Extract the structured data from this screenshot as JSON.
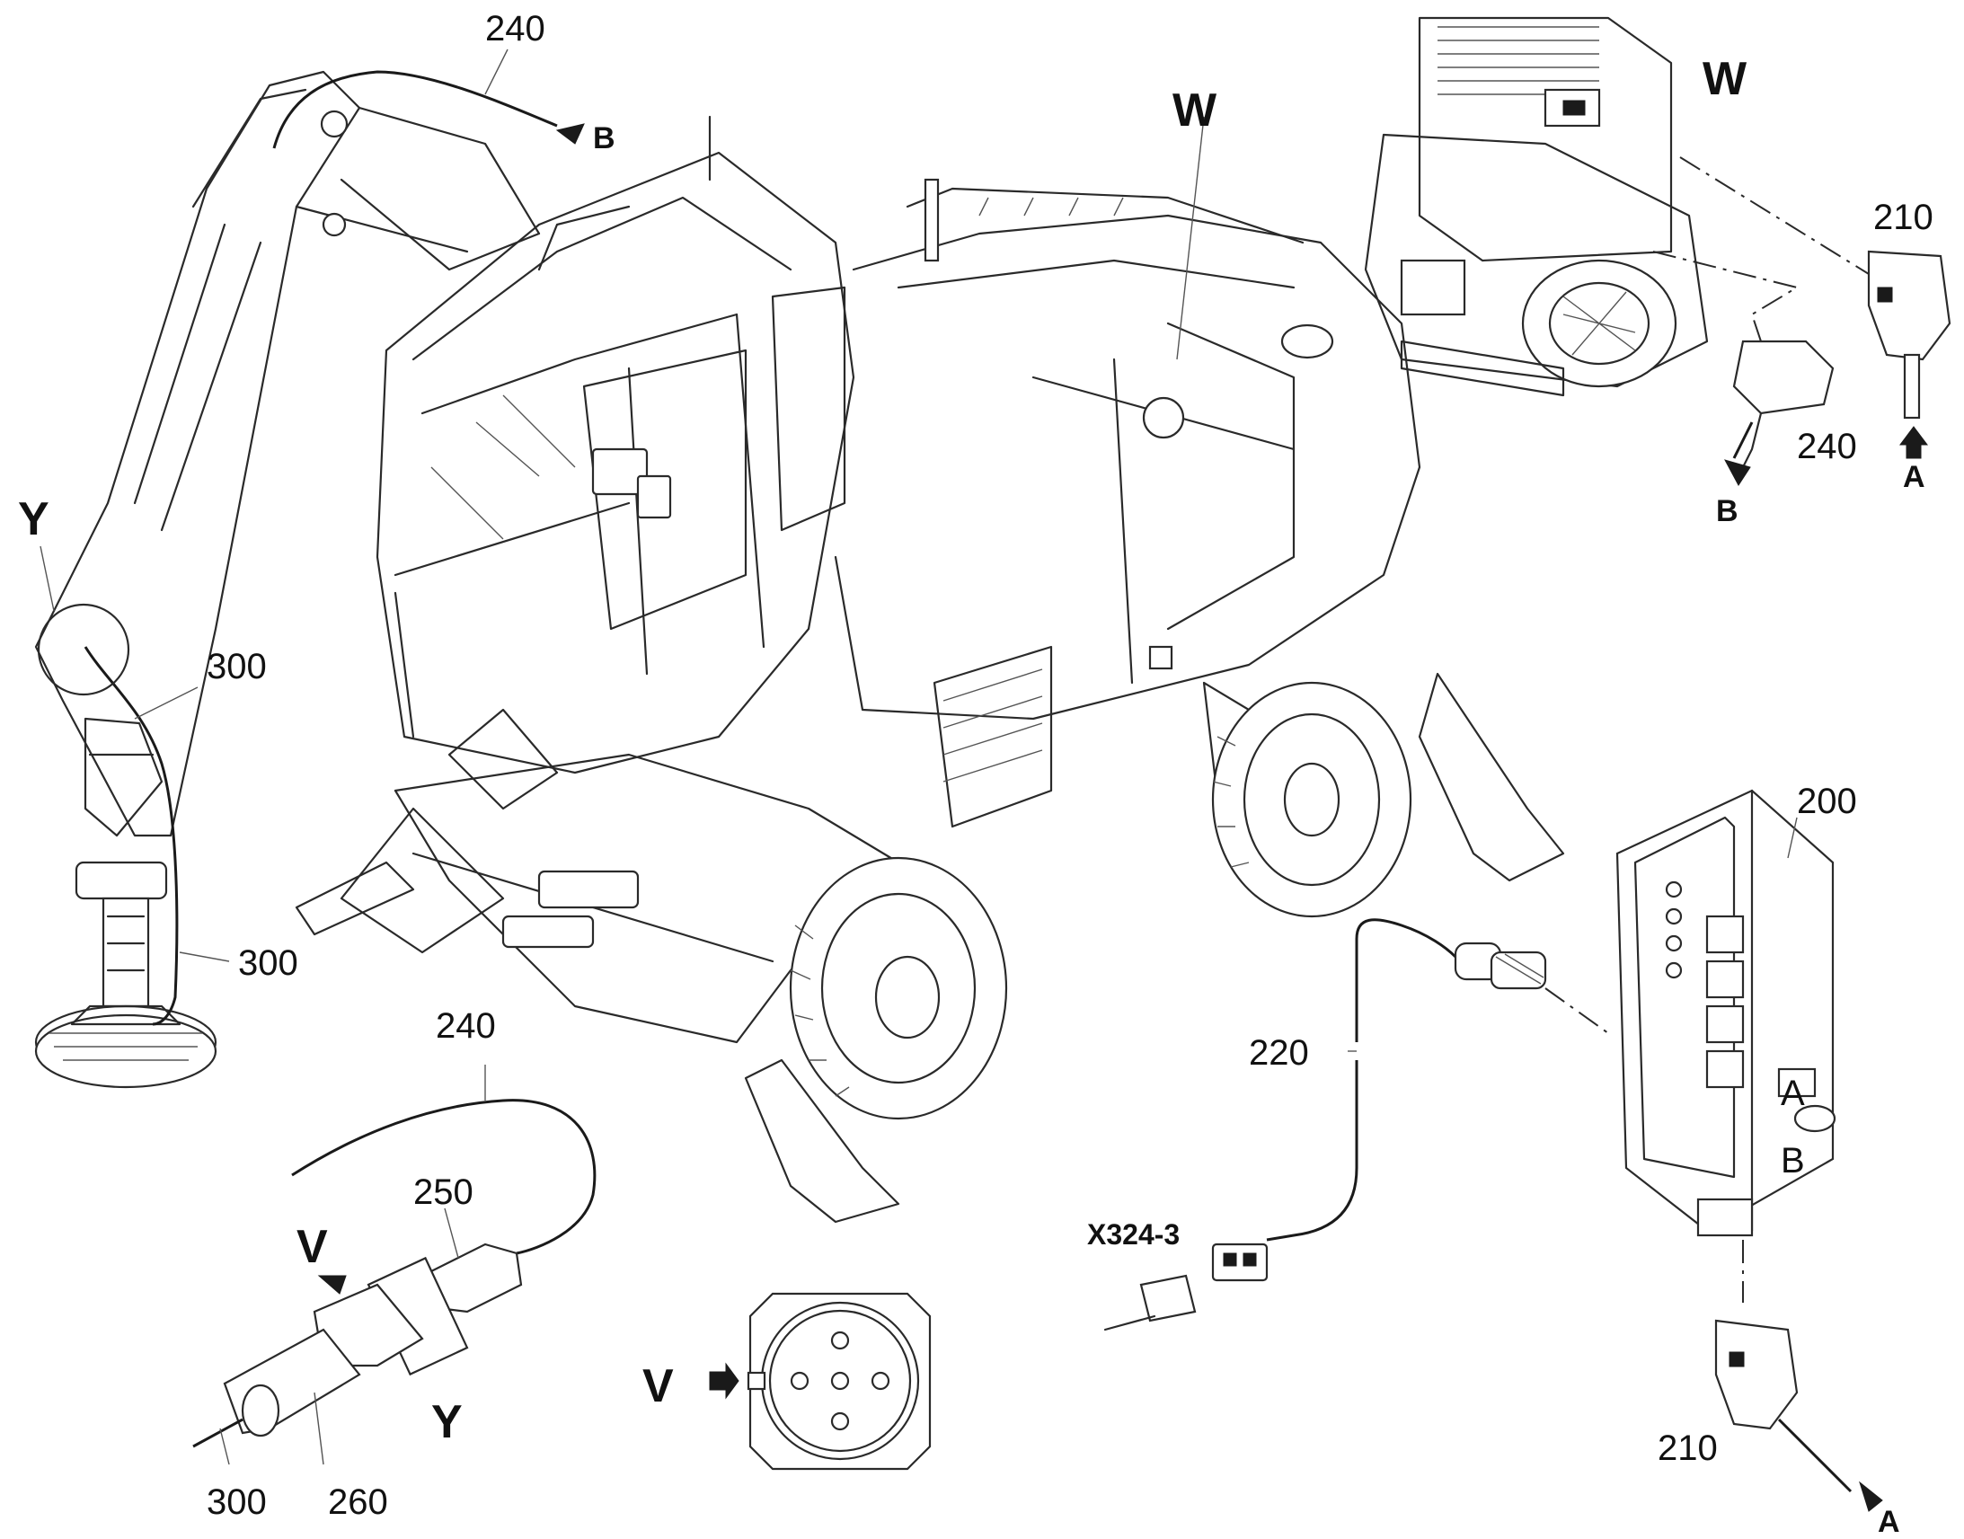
{
  "diagram": {
    "part_labels": {
      "p240_top": "240",
      "p240_w": "240",
      "p240_bottom": "240",
      "p210_top": "210",
      "p210_bottom": "210",
      "p200": "200",
      "p220": "220",
      "p250": "250",
      "p260": "260",
      "p300_upper": "300",
      "p300_lower": "300",
      "p300_bottom": "300"
    },
    "view_labels": {
      "w_main": "W",
      "w_detail": "W",
      "y_boom": "Y",
      "y_detail": "Y",
      "v_connector": "V",
      "v_socket": "V"
    },
    "arrow_labels": {
      "b_top": "B",
      "b_detail": "B",
      "a_detail": "A",
      "a_bottom": "A"
    },
    "connector_label": "X324-3",
    "panel_marks": {
      "a": "A",
      "b": "B"
    }
  }
}
